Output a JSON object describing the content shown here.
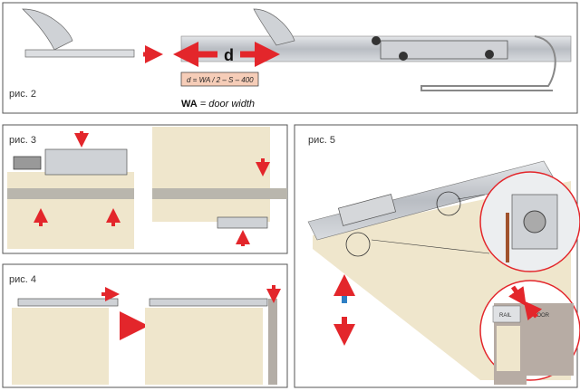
{
  "panels": {
    "fig2": {
      "label": "рис. 2",
      "distance_label": "d",
      "formula": "d = WA / 2 – S – 400",
      "legend_bold": "WA",
      "legend_rest": " = door width"
    },
    "fig3": {
      "label": "рис. 3"
    },
    "fig4": {
      "label": "рис. 4"
    },
    "fig5": {
      "label": "рис. 5",
      "rail_label": "RAIL",
      "door_label": "DOOR"
    }
  },
  "colors": {
    "arrow": "#e3262b",
    "blue_arrow": "#2f7fc4",
    "door": "#efe6cc",
    "rail": "#c9ccd1",
    "formula_bg": "#f6cdb8",
    "frame": "#555555"
  }
}
